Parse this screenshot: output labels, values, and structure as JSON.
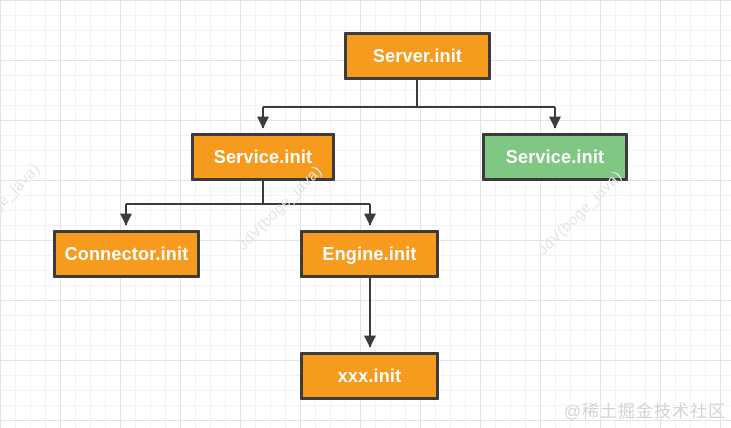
{
  "diagram": {
    "nodes": [
      {
        "id": "server",
        "label": "Server.init",
        "variant": "orange"
      },
      {
        "id": "service-left",
        "label": "Service.init",
        "variant": "orange"
      },
      {
        "id": "service-right",
        "label": "Service.init",
        "variant": "green"
      },
      {
        "id": "connector",
        "label": "Connector.init",
        "variant": "orange"
      },
      {
        "id": "engine",
        "label": "Engine.init",
        "variant": "orange"
      },
      {
        "id": "xxx",
        "label": "xxx.init",
        "variant": "orange"
      }
    ],
    "edges": [
      {
        "from": "server",
        "to": "service-left"
      },
      {
        "from": "server",
        "to": "service-right"
      },
      {
        "from": "service-left",
        "to": "connector"
      },
      {
        "from": "service-left",
        "to": "engine"
      },
      {
        "from": "engine",
        "to": "xxx"
      }
    ],
    "colors": {
      "node_orange": "#f79b1e",
      "node_green": "#7fc783",
      "node_border": "#3b3b3b",
      "edge_line": "#3b3b3b",
      "grid_minor": "#f3f3f3",
      "grid_major": "#e3e3e3"
    }
  },
  "watermark": {
    "diagonal_text": "JdV(boge_java)",
    "credit": "@稀土掘金技术社区"
  }
}
